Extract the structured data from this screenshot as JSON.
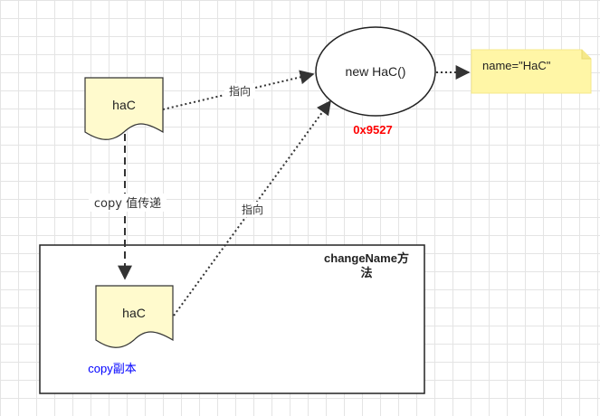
{
  "nodes": {
    "doc_top": {
      "label": "haC"
    },
    "object": {
      "label": "new HaC()",
      "address": "0x9527"
    },
    "note": {
      "label": "name=\"HaC\""
    },
    "method_box": {
      "title_line1": "changeName方",
      "title_line2": "法"
    },
    "doc_copy": {
      "label": "haC",
      "caption": "copy副本"
    }
  },
  "edges": {
    "top_to_object": {
      "label": "指向"
    },
    "copy_to_object": {
      "label": "指向"
    },
    "top_to_copy": {
      "label": "copy 值传递"
    }
  },
  "colors": {
    "doc_fill": "#fffacd",
    "note_fill": "#fff6a6",
    "address": "#ff0000",
    "caption": "#0000ff",
    "stroke": "#333333"
  }
}
